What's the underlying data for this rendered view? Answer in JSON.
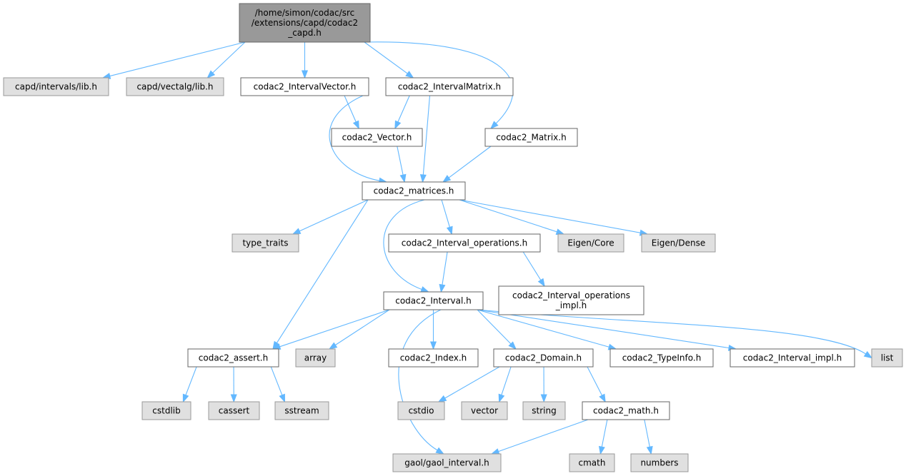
{
  "graph": {
    "nodes": {
      "root": {
        "lines": [
          "/home/simon/codac/src",
          "/extensions/capd/codac2",
          "_capd.h"
        ],
        "kind": "root"
      },
      "capd_int": {
        "lines": [
          "capd/intervals/lib.h"
        ],
        "kind": "system"
      },
      "capd_vec": {
        "lines": [
          "capd/vectalg/lib.h"
        ],
        "kind": "system"
      },
      "iv": {
        "lines": [
          "codac2_IntervalVector.h"
        ],
        "kind": "file"
      },
      "im": {
        "lines": [
          "codac2_IntervalMatrix.h"
        ],
        "kind": "file"
      },
      "vec": {
        "lines": [
          "codac2_Vector.h"
        ],
        "kind": "file"
      },
      "mat": {
        "lines": [
          "codac2_Matrix.h"
        ],
        "kind": "file"
      },
      "matrices": {
        "lines": [
          "codac2_matrices.h"
        ],
        "kind": "file"
      },
      "type_traits": {
        "lines": [
          "type_traits"
        ],
        "kind": "system"
      },
      "iops": {
        "lines": [
          "codac2_Interval_operations.h"
        ],
        "kind": "file"
      },
      "eigen_core": {
        "lines": [
          "Eigen/Core"
        ],
        "kind": "system"
      },
      "eigen_dense": {
        "lines": [
          "Eigen/Dense"
        ],
        "kind": "system"
      },
      "interval": {
        "lines": [
          "codac2_Interval.h"
        ],
        "kind": "file"
      },
      "iops_impl": {
        "lines": [
          "codac2_Interval_operations",
          "_impl.h"
        ],
        "kind": "file"
      },
      "assert": {
        "lines": [
          "codac2_assert.h"
        ],
        "kind": "file"
      },
      "array": {
        "lines": [
          "array"
        ],
        "kind": "system"
      },
      "index": {
        "lines": [
          "codac2_Index.h"
        ],
        "kind": "file"
      },
      "domain": {
        "lines": [
          "codac2_Domain.h"
        ],
        "kind": "file"
      },
      "typeinfo": {
        "lines": [
          "codac2_TypeInfo.h"
        ],
        "kind": "file"
      },
      "iimpl": {
        "lines": [
          "codac2_Interval_impl.h"
        ],
        "kind": "file"
      },
      "list": {
        "lines": [
          "list"
        ],
        "kind": "system"
      },
      "cstdlib": {
        "lines": [
          "cstdlib"
        ],
        "kind": "system"
      },
      "cassert": {
        "lines": [
          "cassert"
        ],
        "kind": "system"
      },
      "sstream": {
        "lines": [
          "sstream"
        ],
        "kind": "system"
      },
      "cstdio": {
        "lines": [
          "cstdio"
        ],
        "kind": "system"
      },
      "vector": {
        "lines": [
          "vector"
        ],
        "kind": "system"
      },
      "string": {
        "lines": [
          "string"
        ],
        "kind": "system"
      },
      "math": {
        "lines": [
          "codac2_math.h"
        ],
        "kind": "file"
      },
      "gaol": {
        "lines": [
          "gaol/gaol_interval.h"
        ],
        "kind": "system"
      },
      "cmath": {
        "lines": [
          "cmath"
        ],
        "kind": "system"
      },
      "numbers": {
        "lines": [
          "numbers"
        ],
        "kind": "system"
      }
    },
    "edges": [
      [
        "root",
        "capd_int"
      ],
      [
        "root",
        "capd_vec"
      ],
      [
        "root",
        "iv"
      ],
      [
        "root",
        "im"
      ],
      [
        "root",
        "mat"
      ],
      [
        "iv",
        "vec"
      ],
      [
        "iv",
        "matrices"
      ],
      [
        "im",
        "vec"
      ],
      [
        "im",
        "matrices"
      ],
      [
        "vec",
        "matrices"
      ],
      [
        "mat",
        "matrices"
      ],
      [
        "matrices",
        "type_traits"
      ],
      [
        "matrices",
        "iops"
      ],
      [
        "matrices",
        "eigen_core"
      ],
      [
        "matrices",
        "eigen_dense"
      ],
      [
        "matrices",
        "interval"
      ],
      [
        "matrices",
        "assert"
      ],
      [
        "iops",
        "interval"
      ],
      [
        "iops",
        "iops_impl"
      ],
      [
        "interval",
        "assert"
      ],
      [
        "interval",
        "array"
      ],
      [
        "interval",
        "gaol"
      ],
      [
        "interval",
        "index"
      ],
      [
        "interval",
        "domain"
      ],
      [
        "interval",
        "typeinfo"
      ],
      [
        "interval",
        "iimpl"
      ],
      [
        "interval",
        "list"
      ],
      [
        "assert",
        "cstdlib"
      ],
      [
        "assert",
        "cassert"
      ],
      [
        "assert",
        "sstream"
      ],
      [
        "domain",
        "cstdio"
      ],
      [
        "domain",
        "vector"
      ],
      [
        "domain",
        "string"
      ],
      [
        "domain",
        "math"
      ],
      [
        "math",
        "gaol"
      ],
      [
        "math",
        "cmath"
      ],
      [
        "math",
        "numbers"
      ]
    ]
  }
}
